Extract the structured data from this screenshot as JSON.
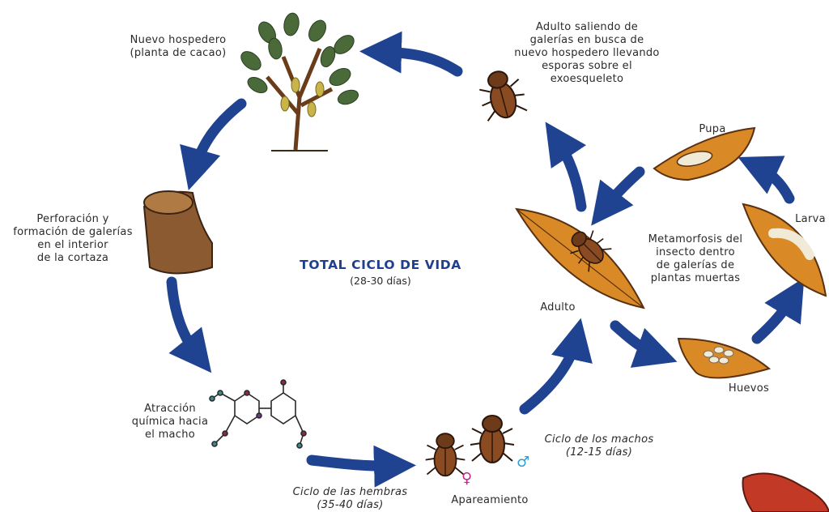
{
  "center": {
    "title": "TOTAL CICLO DE VIDA",
    "subtitle": "(28-30 días)"
  },
  "labels": {
    "host_l1": "Nuevo hospedero",
    "host_l2": "(planta de cacao)",
    "adult_exit_l1": "Adulto saliendo de",
    "adult_exit_l2": "galerías en busca de",
    "adult_exit_l3": "nuevo hospedero llevando",
    "adult_exit_l4": "esporas sobre el",
    "adult_exit_l5": "exoesqueleto",
    "bore_l1": "Perforación y",
    "bore_l2": "formación de galerías",
    "bore_l3": "en el interior",
    "bore_l4": "de la cortaza",
    "attract_l1": "Atracción",
    "attract_l2": "química hacia",
    "attract_l3": "el macho",
    "female_l1": "Ciclo de las hembras",
    "female_l2": "(35-40 días)",
    "mating": "Apareamiento",
    "male_l1": "Ciclo de los machos",
    "male_l2": "(12-15 días)",
    "pupa": "Pupa",
    "larva": "Larva",
    "adult": "Adulto",
    "eggs": "Huevos",
    "meta_l1": "Metamorfosis del",
    "meta_l2": "insecto dentro",
    "meta_l3": "de galerías de",
    "meta_l4": "plantas muertas"
  },
  "symbols": {
    "female": "♀",
    "male": "♂"
  },
  "colors": {
    "arrow": "#1f4391",
    "title": "#1f3f8f",
    "leaf": "#d98a26",
    "leaf_dark": "#a45a12",
    "beetle": "#8a4a22",
    "bark": "#8b5a30",
    "pod": "#c23a26",
    "female_symbol": "#c2278a",
    "male_symbol": "#2a9fd6"
  }
}
